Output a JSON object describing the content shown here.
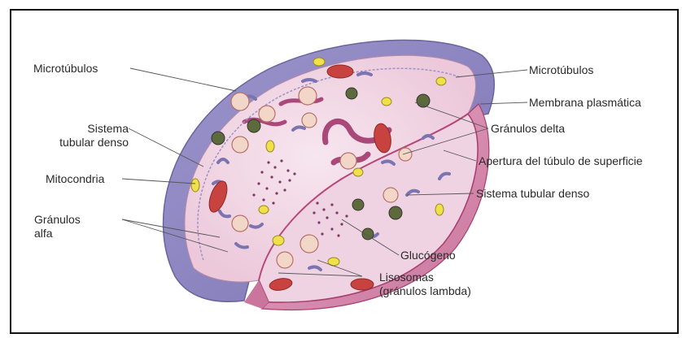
{
  "labels": {
    "left": {
      "microtubulos": "Microtúbulos",
      "sistema_tubular_1": "Sistema",
      "sistema_tubular_2": "tubular denso",
      "mitocondria": "Mitocondria",
      "granulos_alfa_1": "Gránulos",
      "granulos_alfa_2": "alfa"
    },
    "right": {
      "microtubulos": "Microtúbulos",
      "membrana": "Membrana plasmática",
      "granulos_delta": "Gránulos delta",
      "apertura": "Apertura del túbulo de superficie",
      "sistema_tubular": "Sistema tubular denso"
    },
    "bottom": {
      "glucogeno": "Glucógeno",
      "lisosomas_1": "Lisosomas",
      "lisosomas_2": "(gránulos lambda)"
    }
  },
  "colors": {
    "outer_band": "#8f88c2",
    "cytoplasm": "#f3dde9",
    "cut_face": "#d98fb2",
    "membrane_rim": "#b6487a",
    "mitochondria": "#c8433f",
    "tubules": "#7c74b0",
    "alpha_granules": "#f2d6c8",
    "delta_granules": "#5d6b3c",
    "glycogen": "#7a3a63",
    "lysosomes": "#f0e04a"
  }
}
